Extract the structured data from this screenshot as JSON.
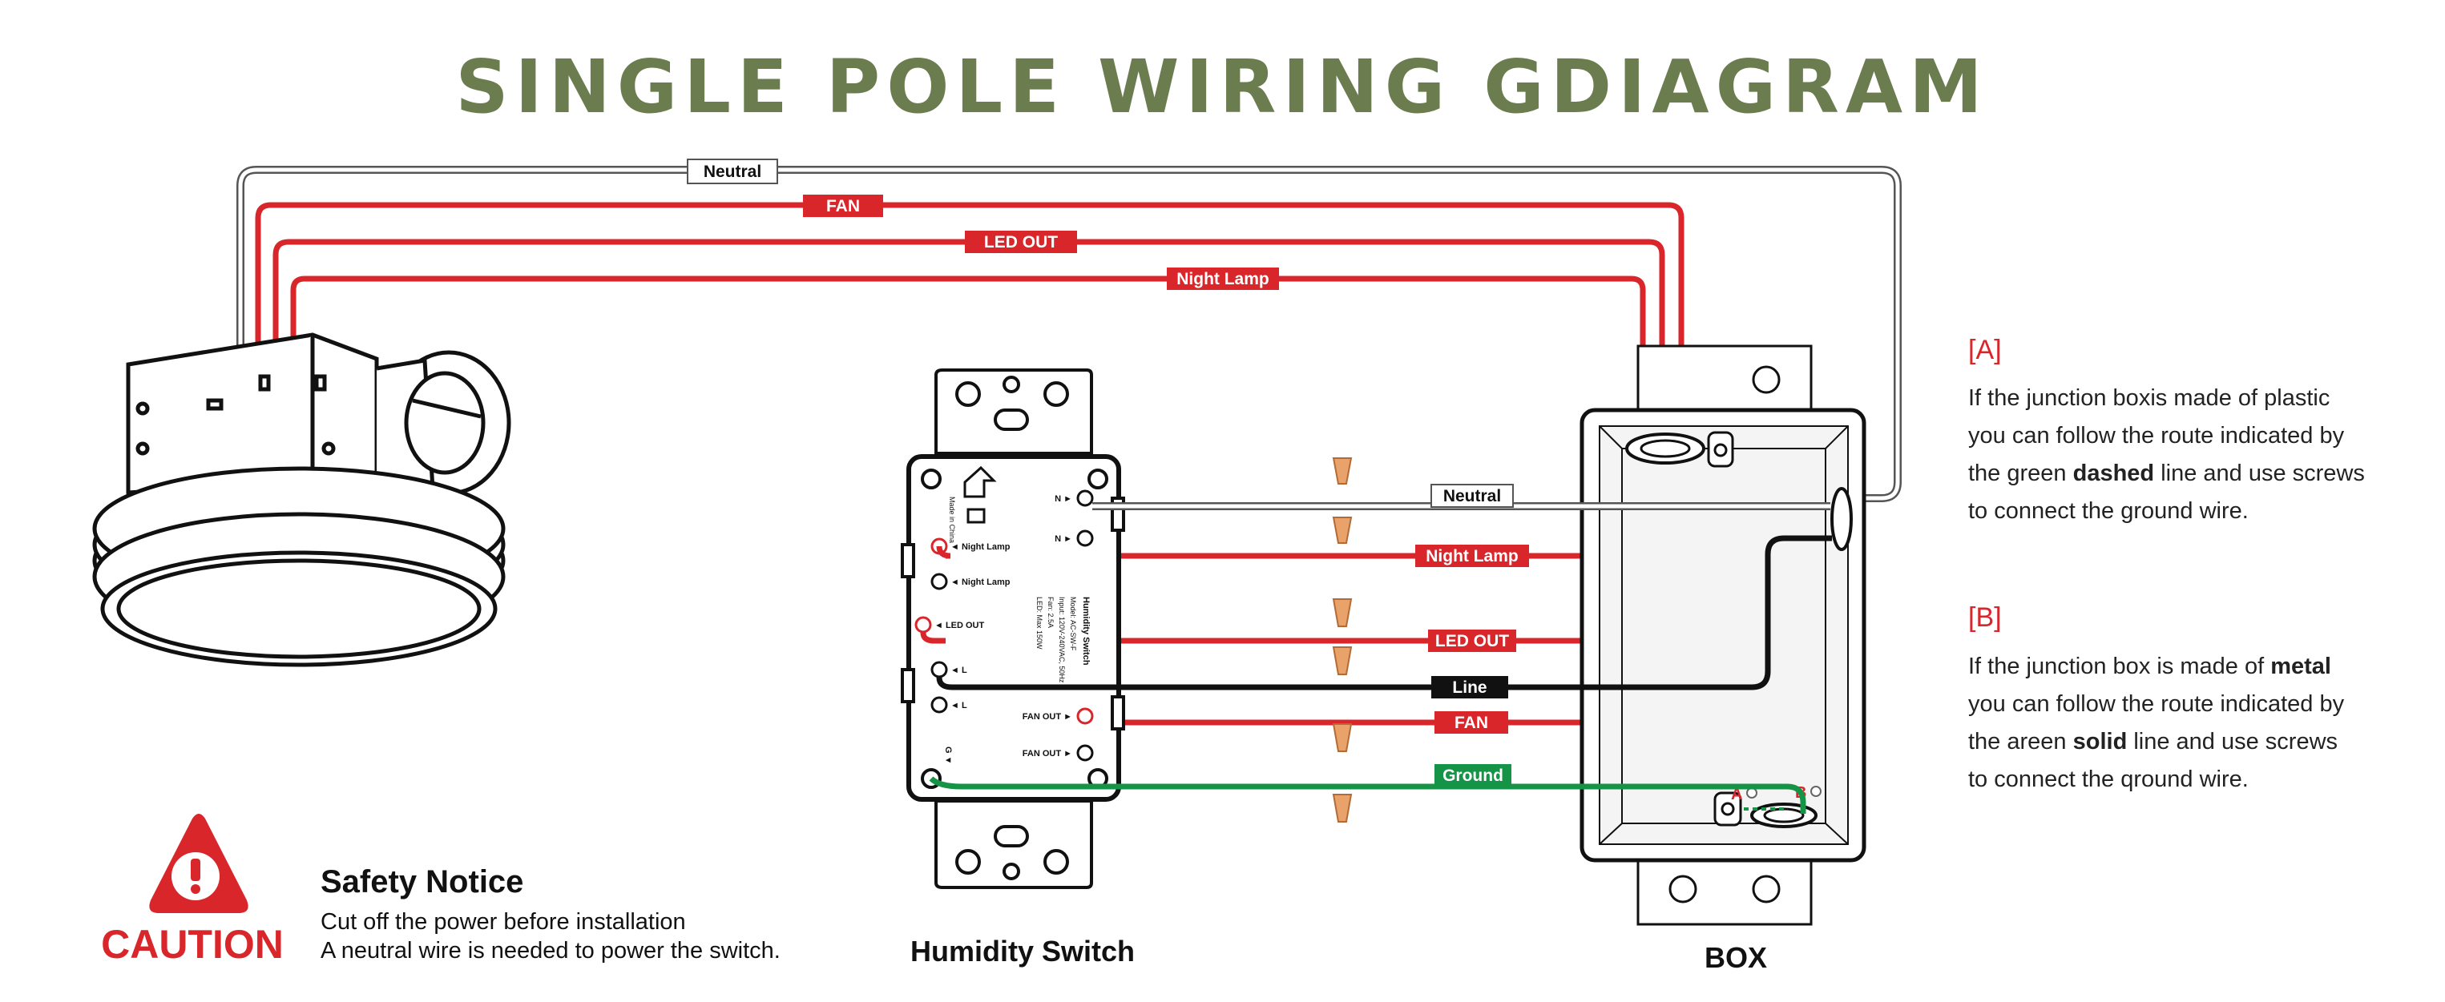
{
  "title": "SINGLE POLE WIRING GDIAGRAM",
  "wire_labels": {
    "neutral_top": "Neutral",
    "fan_top": "FAN",
    "led_top": "LED OUT",
    "night_top": "Night Lamp",
    "neutral_mid": "Neutral",
    "night_mid": "Night Lamp",
    "led_mid": "LED OUT",
    "line_mid": "Line",
    "fan_mid": "FAN",
    "ground_mid": "Ground"
  },
  "switch": {
    "terminals": {
      "n1": "N ►",
      "n2": "N ►",
      "night1": "◄ Night Lamp",
      "night2": "◄ Night Lamp",
      "led": "◄ LED OUT",
      "l1": "◄ L",
      "l2": "◄ L",
      "fan1": "FAN OUT ►",
      "fan2": "FAN OUT ►",
      "g": "G ▼"
    },
    "made_in": "Made in China",
    "spec_lines": [
      "Humidity Switch",
      "Model: AC-SW-F",
      "Input: 120V-240VAC, 50Hz",
      "Fan: 2.5A",
      "LED: Max 150W"
    ]
  },
  "box_markers": {
    "a": "A",
    "b": "B"
  },
  "notes": {
    "a": {
      "heading": "[A]",
      "lines": [
        [
          "If the junction boxis made of plastic"
        ],
        [
          "you can follow the route indicated by"
        ],
        [
          "the green ",
          "dashed",
          " line and use screws"
        ],
        [
          "to connect the ground wire."
        ]
      ]
    },
    "b": {
      "heading": "[B]",
      "lines": [
        [
          "If the junction box is made of ",
          "metal"
        ],
        [
          "you can follow the route indicated by"
        ],
        [
          "the areen ",
          "solid",
          " line and use screws"
        ],
        [
          "to connect the qround wire."
        ]
      ]
    }
  },
  "caution": {
    "label": "CAUTION",
    "heading": "Safety Notice",
    "line1": "Cut off the power before installation",
    "line2": "A neutral wire is needed to power the switch."
  },
  "captions": {
    "switch": "Humidity Switch",
    "box": "BOX"
  },
  "colors": {
    "title": "#6b7d4e",
    "red": "#d9262b",
    "green": "#159447",
    "black": "#111111",
    "orange": "#e8a26a"
  }
}
